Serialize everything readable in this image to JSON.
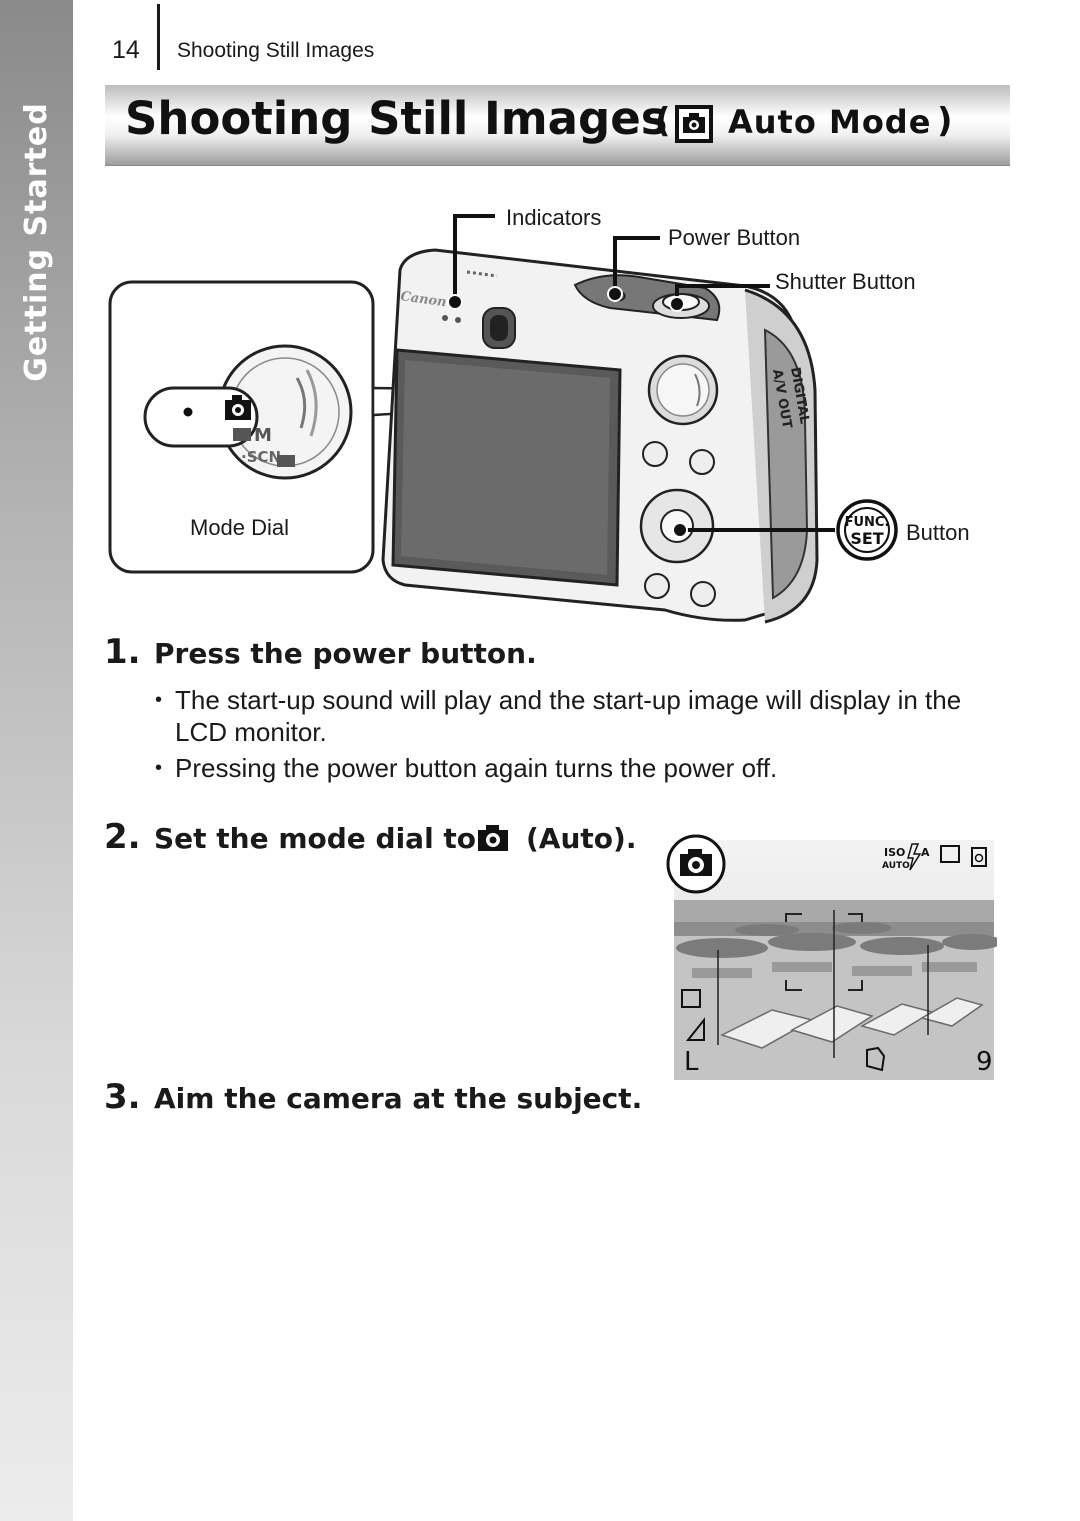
{
  "side_tab": {
    "label": "Getting Started"
  },
  "header": {
    "page_number": "14",
    "running_head": "Shooting Still Images"
  },
  "title": {
    "main": "Shooting Still Images",
    "open_paren": "(",
    "subtitle": "Auto Mode",
    "close_paren": ")"
  },
  "figure": {
    "callouts": {
      "indicators": "Indicators",
      "power_button": "Power Button",
      "shutter_button": "Shutter Button",
      "mode_dial": "Mode Dial",
      "func_button": "Button"
    },
    "camera_brand": "Canon",
    "func_icon_text": [
      "FUNC.",
      "SET"
    ],
    "side_label": [
      "A/V OUT",
      "DIGITAL"
    ]
  },
  "steps": [
    {
      "number": "1.",
      "heading": "Press the power button.",
      "bullets": [
        "The start-up sound will play and the start-up image will display in the LCD monitor.",
        "Pressing the power button again turns the power off."
      ]
    },
    {
      "number": "2.",
      "heading_before": "Set the mode dial to",
      "heading_after": "(Auto)."
    },
    {
      "number": "3.",
      "heading": "Aim the camera at the subject."
    }
  ],
  "lcd": {
    "iso_label": "ISO",
    "iso_value": "AUTO",
    "flash_label": "A",
    "shots_remaining": "9",
    "size_label": "L"
  },
  "colors": {
    "side_tab_top": "#8a8a8a",
    "side_tab_bottom": "#ececec",
    "title_bar": "#d0d0d0",
    "text": "#1a1a1a"
  },
  "icons": [
    "camera-auto-icon",
    "func-set-icon",
    "mode-dial-icon",
    "camera-body-illustration",
    "lcd-preview-image"
  ]
}
